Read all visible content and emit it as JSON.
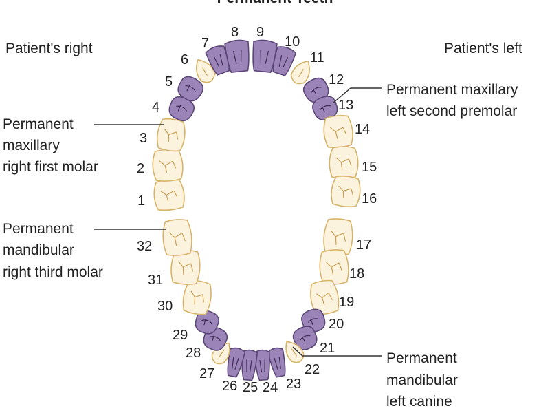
{
  "title": "Permanent Teeth",
  "side_labels": {
    "right": "Patient's right",
    "left": "Patient's left"
  },
  "colors": {
    "normal_fill": "#fbf3de",
    "normal_stroke": "#d8b46a",
    "highlight_fill": "#9b84b7",
    "highlight_stroke": "#5b4678"
  },
  "teeth": [
    {
      "n": "1",
      "type": "molar",
      "hl": false
    },
    {
      "n": "2",
      "type": "molar",
      "hl": false
    },
    {
      "n": "3",
      "type": "molar",
      "hl": false
    },
    {
      "n": "4",
      "type": "premolar",
      "hl": true
    },
    {
      "n": "5",
      "type": "premolar",
      "hl": true
    },
    {
      "n": "6",
      "type": "canine",
      "hl": false
    },
    {
      "n": "7",
      "type": "incisor",
      "hl": true
    },
    {
      "n": "8",
      "type": "incisor",
      "hl": true
    },
    {
      "n": "9",
      "type": "incisor",
      "hl": true
    },
    {
      "n": "10",
      "type": "incisor",
      "hl": true
    },
    {
      "n": "11",
      "type": "canine",
      "hl": false
    },
    {
      "n": "12",
      "type": "premolar",
      "hl": true
    },
    {
      "n": "13",
      "type": "premolar",
      "hl": true
    },
    {
      "n": "14",
      "type": "molar",
      "hl": false
    },
    {
      "n": "15",
      "type": "molar",
      "hl": false
    },
    {
      "n": "16",
      "type": "molar",
      "hl": false
    },
    {
      "n": "17",
      "type": "molar",
      "hl": false
    },
    {
      "n": "18",
      "type": "molar",
      "hl": false
    },
    {
      "n": "19",
      "type": "molar",
      "hl": false
    },
    {
      "n": "20",
      "type": "premolar",
      "hl": true
    },
    {
      "n": "21",
      "type": "premolar",
      "hl": true
    },
    {
      "n": "22",
      "type": "canine",
      "hl": false
    },
    {
      "n": "23",
      "type": "incisor",
      "hl": true
    },
    {
      "n": "24",
      "type": "incisor",
      "hl": true
    },
    {
      "n": "25",
      "type": "incisor",
      "hl": true
    },
    {
      "n": "26",
      "type": "incisor",
      "hl": true
    },
    {
      "n": "27",
      "type": "canine",
      "hl": false
    },
    {
      "n": "28",
      "type": "premolar",
      "hl": true
    },
    {
      "n": "29",
      "type": "premolar",
      "hl": true
    },
    {
      "n": "30",
      "type": "molar",
      "hl": false
    },
    {
      "n": "31",
      "type": "molar",
      "hl": false
    },
    {
      "n": "32",
      "type": "molar",
      "hl": false
    }
  ],
  "callouts": {
    "upper_right": {
      "lines": [
        "Permanent",
        "maxillary",
        "right first molar"
      ]
    },
    "lower_right": {
      "lines": [
        "Permanent",
        "mandibular",
        "right third molar"
      ]
    },
    "upper_left": {
      "lines": [
        "Permanent maxillary",
        "left second premolar"
      ]
    },
    "lower_left": {
      "lines": [
        "Permanent",
        "mandibular",
        "left canine"
      ]
    }
  }
}
